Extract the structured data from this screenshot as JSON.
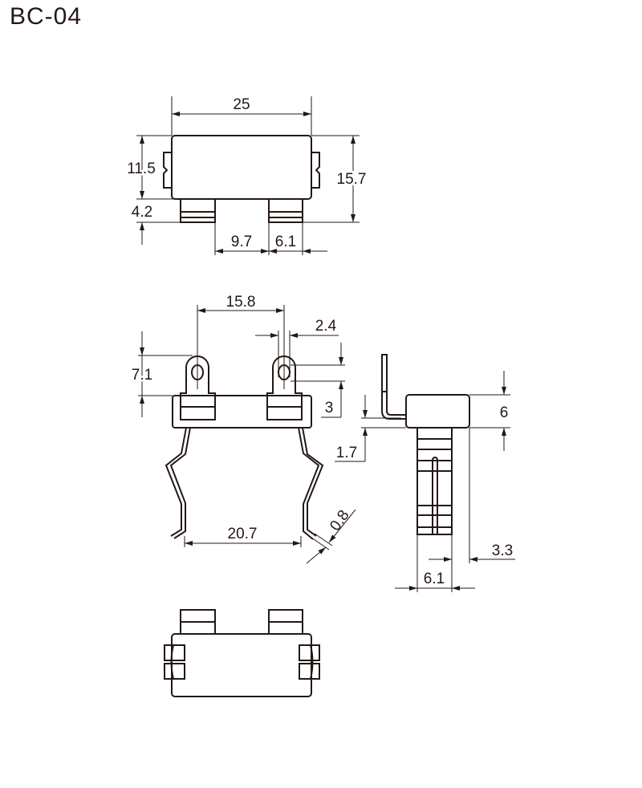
{
  "title": "BC-04",
  "top_view": {
    "width": "25",
    "height_body": "11.5",
    "height_total": "15.7",
    "foot_height": "4.2",
    "foot_gap": "9.7",
    "foot_width": "6.1"
  },
  "front_view": {
    "lug_pitch": "15.8",
    "hole_dia": "2.4",
    "lug_height": "7.1",
    "hole_to_body": "3",
    "offset": "1.7",
    "clip_span": "20.7",
    "wire_dia": "0.8"
  },
  "side_view": {
    "body_height": "6",
    "leg_offset": "3.3",
    "leg_width": "6.1"
  }
}
